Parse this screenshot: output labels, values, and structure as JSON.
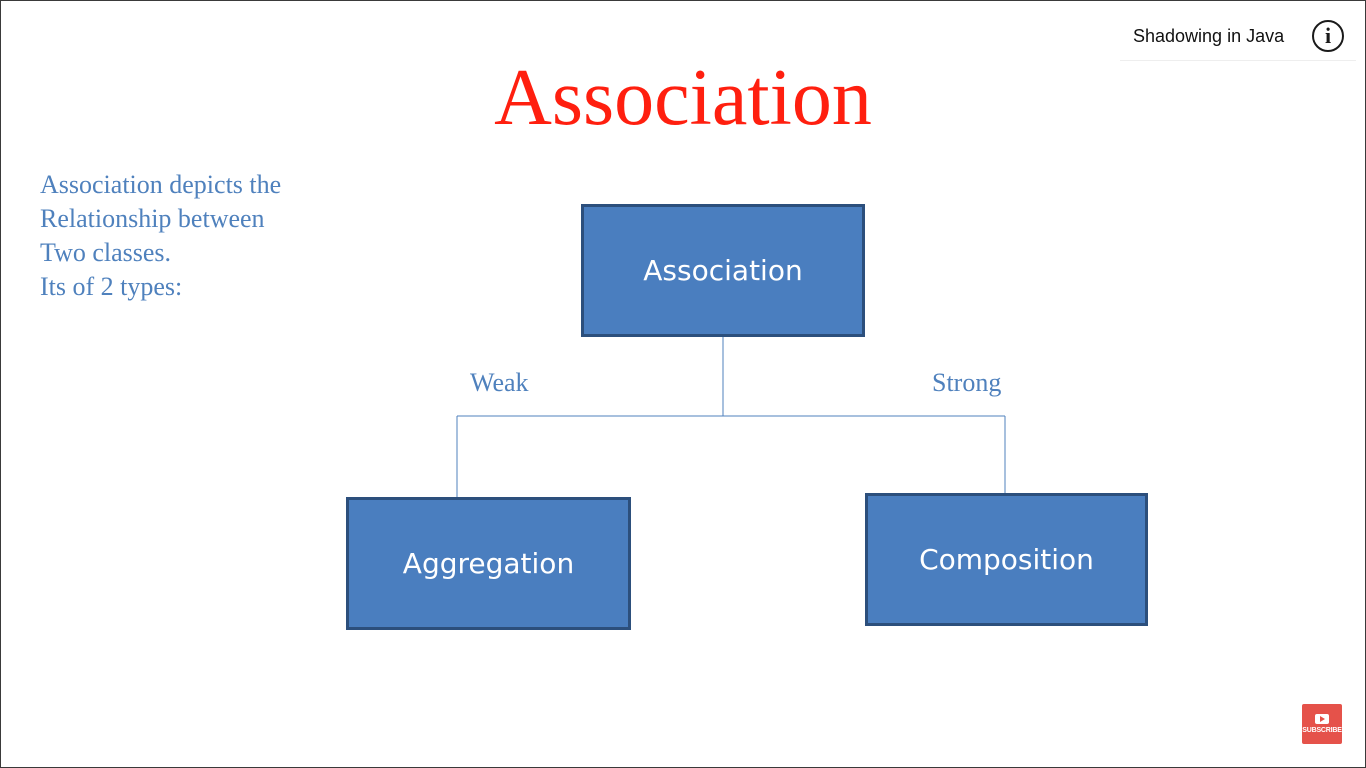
{
  "video_header": {
    "title": "Shadowing in Java",
    "info_icon": "info-icon",
    "info_glyph": "i"
  },
  "slide": {
    "title": "Association",
    "title_color": "#ff1f0f",
    "text_color": "#4f81bd",
    "description_lines": [
      "Association depicts the",
      "Relationship between",
      "Two classes.",
      "Its of 2 types:"
    ]
  },
  "diagram": {
    "box_color": "#4a7ebf",
    "root": {
      "label": "Association"
    },
    "children": [
      {
        "label": "Aggregation",
        "relation": "Weak"
      },
      {
        "label": "Composition",
        "relation": "Strong"
      }
    ]
  },
  "subscribe": {
    "label": "SUBSCRIBE",
    "icon": "play-icon",
    "color": "#e5524a"
  }
}
